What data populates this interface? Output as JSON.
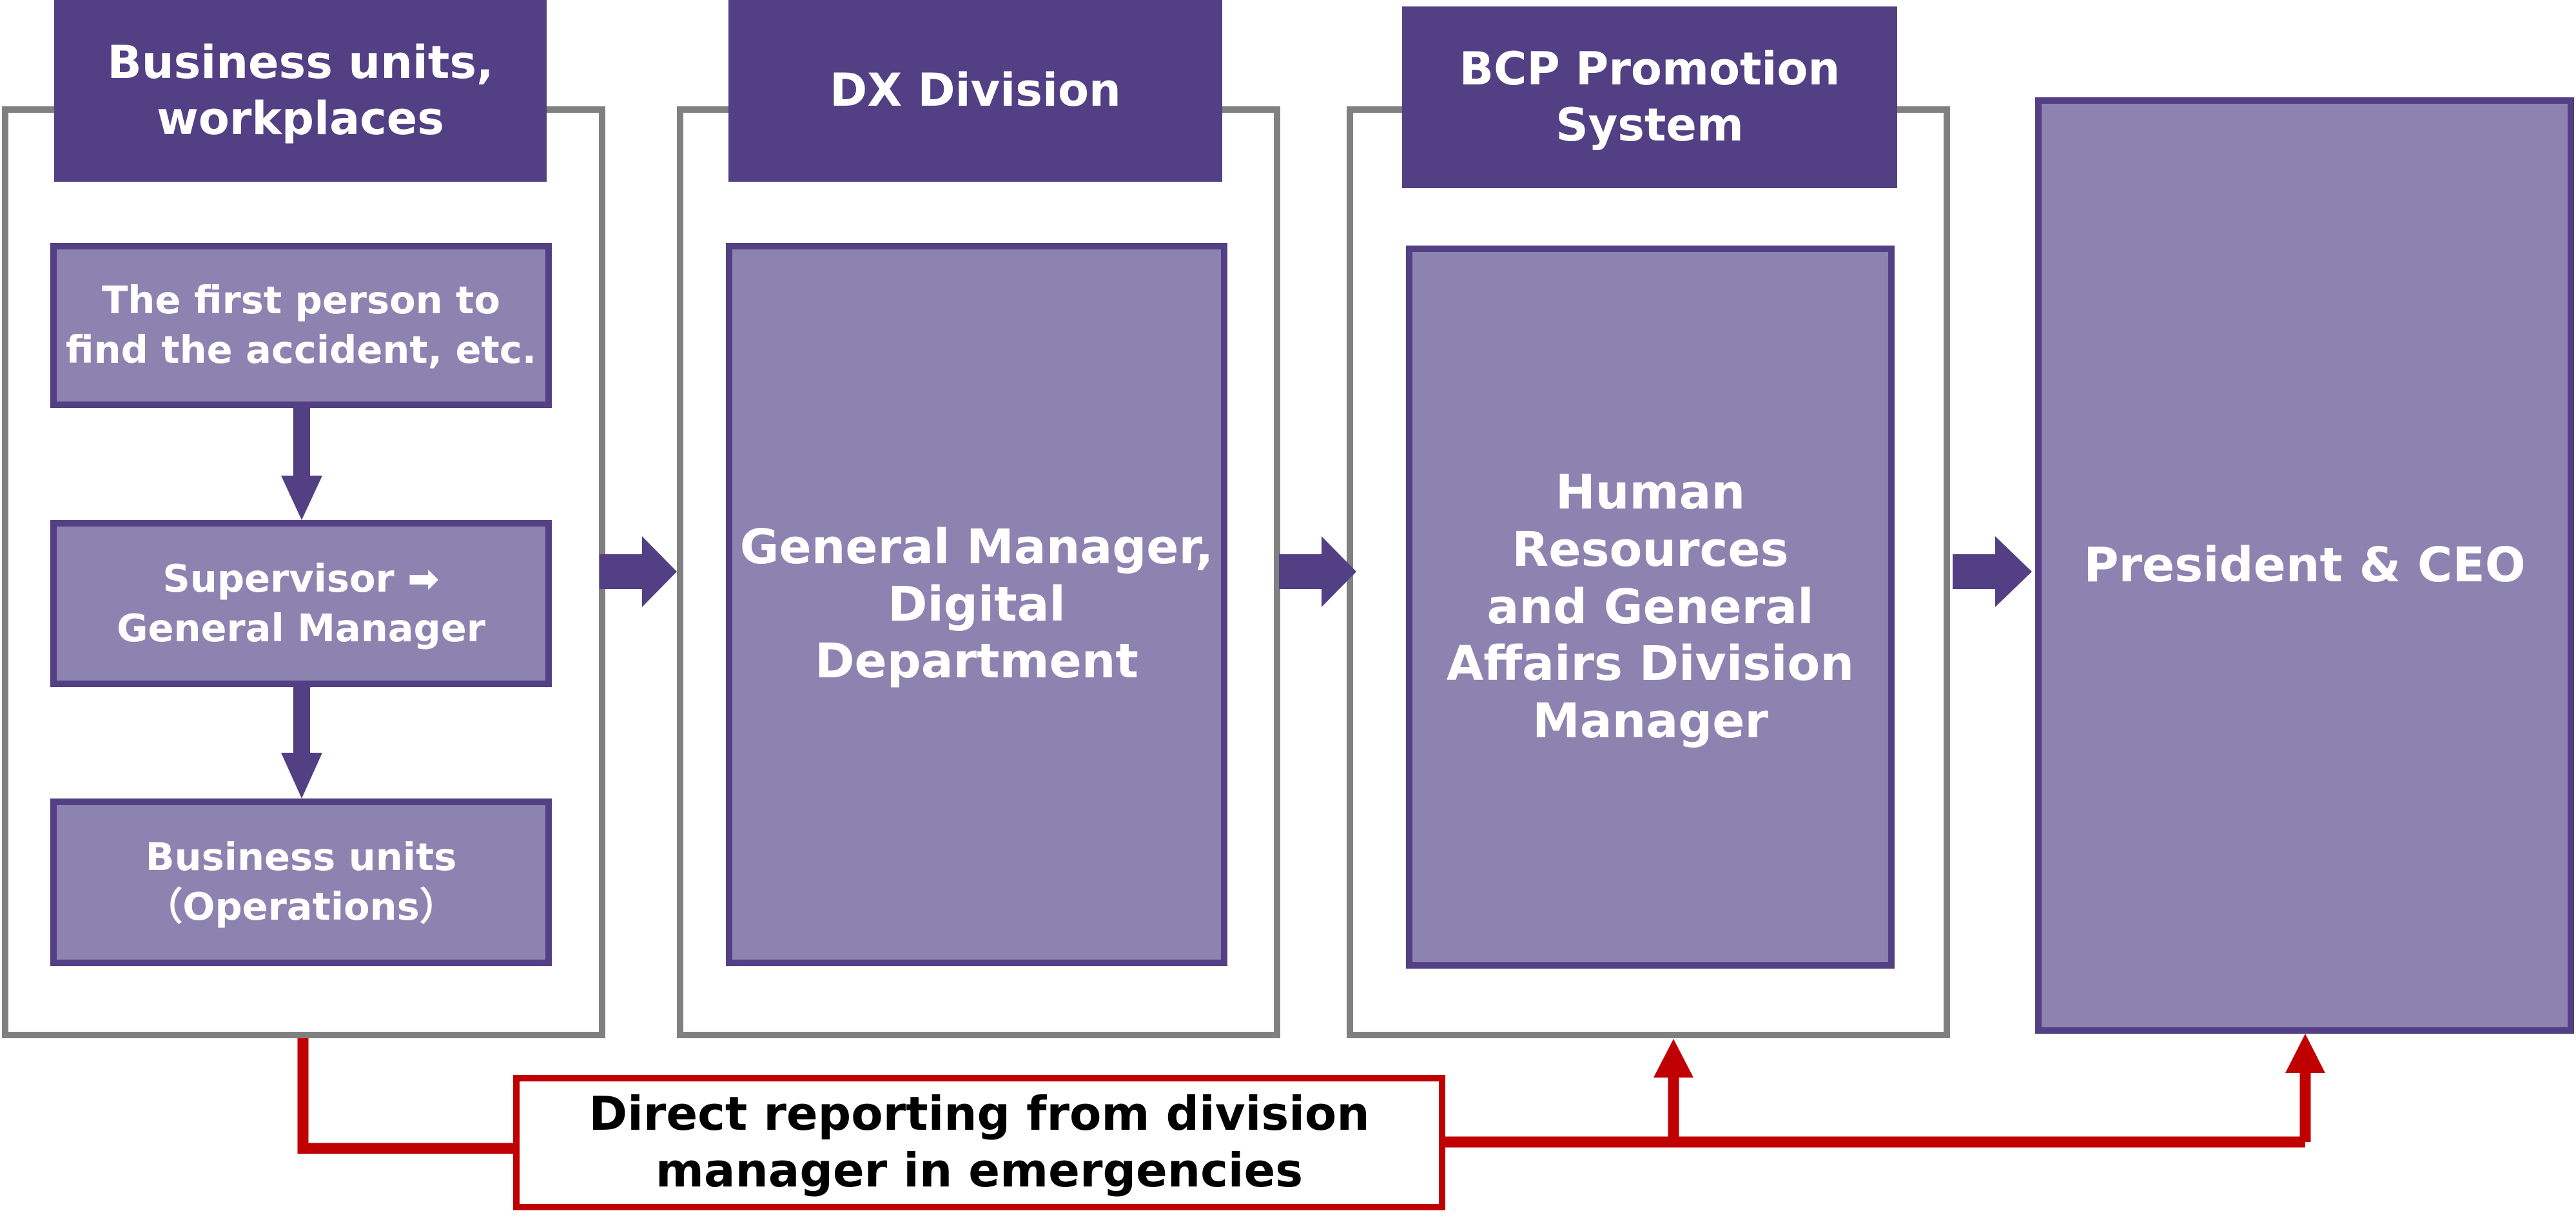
{
  "columns": [
    {
      "header": "Business units,\nworkplaces",
      "steps": [
        "The first person to\nfind the accident, etc.",
        "Supervisor ➡\nGeneral Manager",
        "Business units\n（Operations）"
      ]
    },
    {
      "header": "DX Division",
      "box": "General Manager,\nDigital Department"
    },
    {
      "header": "BCP Promotion\nSystem",
      "box": "Human Resources\nand General\nAffairs Division\nManager"
    },
    {
      "box": "President & CEO"
    }
  ],
  "report": {
    "label": "Direct reporting from division\nmanager in emergencies"
  },
  "colors": {
    "header_fill": "#523f84",
    "box_fill": "#8d83b0",
    "box_border": "#523f84",
    "outline": "#808080",
    "report_line": "#c00000"
  }
}
